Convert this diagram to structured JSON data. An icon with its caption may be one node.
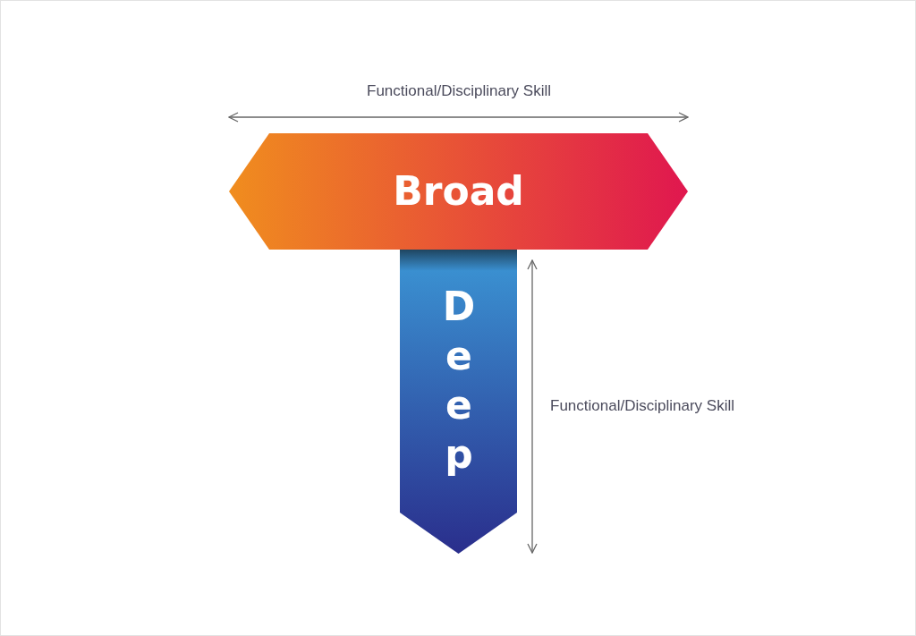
{
  "diagram": {
    "nodes": [
      {
        "text": [
          "Broad"
        ]
      },
      {
        "text": [
          "Deep"
        ]
      }
    ],
    "labels": [
      "Functional/Disciplinary Skill",
      "Functional/Disciplinary Skill"
    ]
  }
}
